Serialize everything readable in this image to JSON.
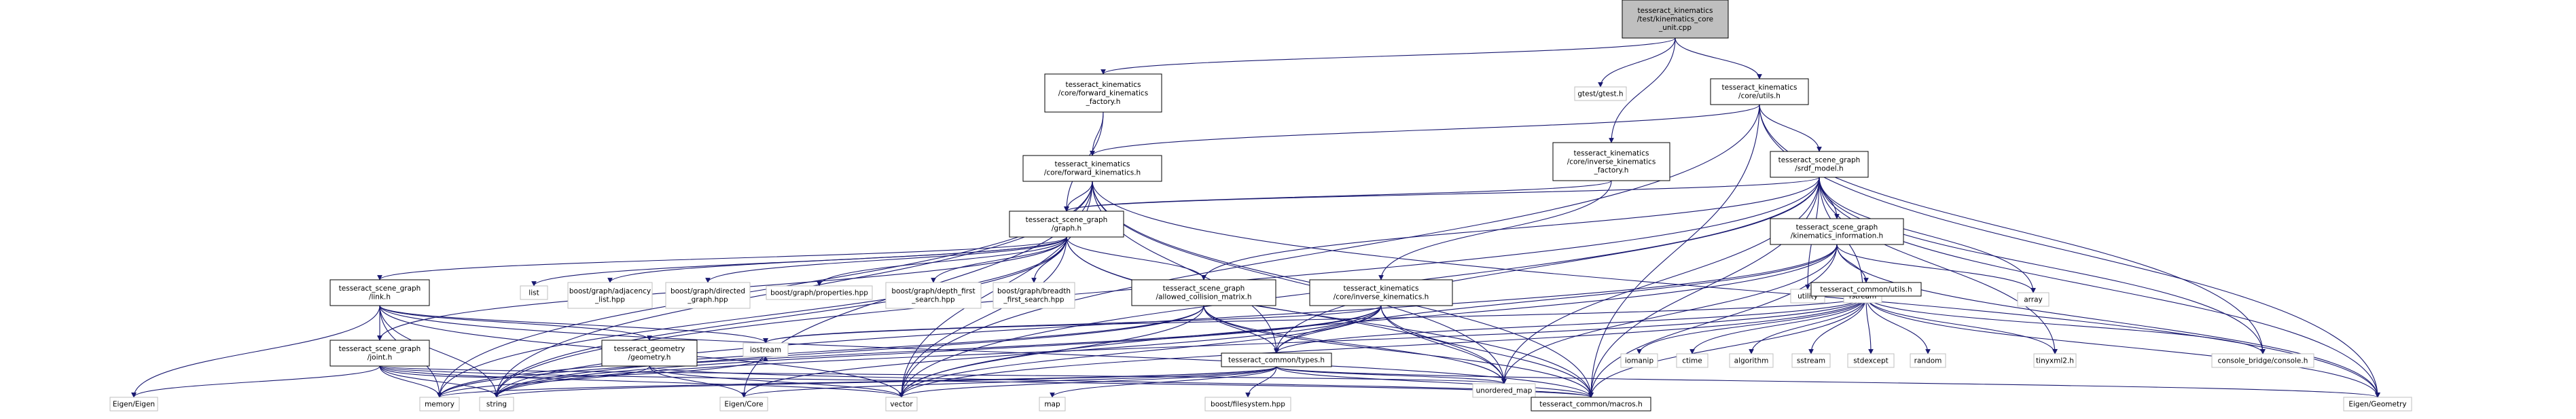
{
  "nodes": [
    {
      "id": "root",
      "lines": [
        "tesseract_kinematics",
        "/test/kinematics_core",
        "_unit.cpp"
      ],
      "style": "main"
    },
    {
      "id": "fkf",
      "lines": [
        "tesseract_kinematics",
        "/core/forward_kinematics",
        "_factory.h"
      ],
      "style": "black"
    },
    {
      "id": "gtest",
      "lines": [
        "gtest/gtest.h"
      ],
      "style": "gray"
    },
    {
      "id": "ikf",
      "lines": [
        "tesseract_kinematics",
        "/core/inverse_kinematics",
        "_factory.h"
      ],
      "style": "black"
    },
    {
      "id": "kutils",
      "lines": [
        "tesseract_kinematics",
        "/core/utils.h"
      ],
      "style": "black"
    },
    {
      "id": "fk",
      "lines": [
        "tesseract_kinematics",
        "/core/forward_kinematics.h"
      ],
      "style": "black"
    },
    {
      "id": "srdf",
      "lines": [
        "tesseract_scene_graph",
        "/srdf_model.h"
      ],
      "style": "black"
    },
    {
      "id": "graph",
      "lines": [
        "tesseract_scene_graph",
        "/graph.h"
      ],
      "style": "black"
    },
    {
      "id": "kininfo",
      "lines": [
        "tesseract_scene_graph",
        "/kinematics_information.h"
      ],
      "style": "black"
    },
    {
      "id": "utility",
      "lines": [
        "utility"
      ],
      "style": "gray"
    },
    {
      "id": "fstream",
      "lines": [
        "fstream"
      ],
      "style": "gray"
    },
    {
      "id": "array",
      "lines": [
        "array"
      ],
      "style": "gray"
    },
    {
      "id": "link",
      "lines": [
        "tesseract_scene_graph",
        "/link.h"
      ],
      "style": "black"
    },
    {
      "id": "list",
      "lines": [
        "list"
      ],
      "style": "gray"
    },
    {
      "id": "adj",
      "lines": [
        "boost/graph/adjacency",
        "_list.hpp"
      ],
      "style": "gray"
    },
    {
      "id": "dir",
      "lines": [
        "boost/graph/directed",
        "_graph.hpp"
      ],
      "style": "gray"
    },
    {
      "id": "props",
      "lines": [
        "boost/graph/properties.hpp"
      ],
      "style": "gray"
    },
    {
      "id": "dfs",
      "lines": [
        "boost/graph/depth_first",
        "_search.hpp"
      ],
      "style": "gray"
    },
    {
      "id": "bfs",
      "lines": [
        "boost/graph/breadth",
        "_first_search.hpp"
      ],
      "style": "gray"
    },
    {
      "id": "acm",
      "lines": [
        "tesseract_scene_graph",
        "/allowed_collision_matrix.h"
      ],
      "style": "black"
    },
    {
      "id": "ik",
      "lines": [
        "tesseract_kinematics",
        "/core/inverse_kinematics.h"
      ],
      "style": "black"
    },
    {
      "id": "cutils",
      "lines": [
        "tesseract_common/utils.h"
      ],
      "style": "black"
    },
    {
      "id": "joint",
      "lines": [
        "tesseract_scene_graph",
        "/joint.h"
      ],
      "style": "black"
    },
    {
      "id": "geom",
      "lines": [
        "tesseract_geometry",
        "/geometry.h"
      ],
      "style": "black"
    },
    {
      "id": "iostream",
      "lines": [
        "iostream"
      ],
      "style": "gray"
    },
    {
      "id": "types",
      "lines": [
        "tesseract_common/types.h"
      ],
      "style": "black"
    },
    {
      "id": "iomanip",
      "lines": [
        "iomanip"
      ],
      "style": "gray"
    },
    {
      "id": "ctime",
      "lines": [
        "ctime"
      ],
      "style": "gray"
    },
    {
      "id": "algorithm",
      "lines": [
        "algorithm"
      ],
      "style": "gray"
    },
    {
      "id": "sstream",
      "lines": [
        "sstream"
      ],
      "style": "gray"
    },
    {
      "id": "stdexcept",
      "lines": [
        "stdexcept"
      ],
      "style": "gray"
    },
    {
      "id": "random",
      "lines": [
        "random"
      ],
      "style": "gray"
    },
    {
      "id": "tinyxml",
      "lines": [
        "tinyxml2.h"
      ],
      "style": "gray"
    },
    {
      "id": "console",
      "lines": [
        "console_bridge/console.h"
      ],
      "style": "gray"
    },
    {
      "id": "eigen",
      "lines": [
        "Eigen/Eigen"
      ],
      "style": "gray"
    },
    {
      "id": "memory",
      "lines": [
        "memory"
      ],
      "style": "gray"
    },
    {
      "id": "string",
      "lines": [
        "string"
      ],
      "style": "gray"
    },
    {
      "id": "eigencore",
      "lines": [
        "Eigen/Core"
      ],
      "style": "gray"
    },
    {
      "id": "vector",
      "lines": [
        "vector"
      ],
      "style": "gray"
    },
    {
      "id": "map",
      "lines": [
        "map"
      ],
      "style": "gray"
    },
    {
      "id": "boostfs",
      "lines": [
        "boost/filesystem.hpp"
      ],
      "style": "gray"
    },
    {
      "id": "umap",
      "lines": [
        "unordered_map"
      ],
      "style": "gray"
    },
    {
      "id": "macros",
      "lines": [
        "tesseract_common/macros.h"
      ],
      "style": "black"
    },
    {
      "id": "eigengeo",
      "lines": [
        "Eigen/Geometry"
      ],
      "style": "gray"
    }
  ],
  "edges": [
    [
      "root",
      "fkf"
    ],
    [
      "root",
      "gtest"
    ],
    [
      "root",
      "ikf"
    ],
    [
      "root",
      "kutils"
    ],
    [
      "fkf",
      "fk"
    ],
    [
      "fkf",
      "graph"
    ],
    [
      "ikf",
      "ik"
    ],
    [
      "ikf",
      "graph"
    ],
    [
      "kutils",
      "fk"
    ],
    [
      "kutils",
      "srdf"
    ],
    [
      "kutils",
      "console"
    ],
    [
      "kutils",
      "eigengeo"
    ],
    [
      "kutils",
      "macros"
    ],
    [
      "kutils",
      "vector"
    ],
    [
      "fk",
      "graph"
    ],
    [
      "fk",
      "vector"
    ],
    [
      "fk",
      "string"
    ],
    [
      "fk",
      "memory"
    ],
    [
      "fk",
      "eigencore"
    ],
    [
      "fk",
      "umap"
    ],
    [
      "fk",
      "macros"
    ],
    [
      "fk",
      "eigengeo"
    ],
    [
      "fk",
      "types"
    ],
    [
      "srdf",
      "graph"
    ],
    [
      "srdf",
      "kininfo"
    ],
    [
      "srdf",
      "utility"
    ],
    [
      "srdf",
      "fstream"
    ],
    [
      "srdf",
      "array"
    ],
    [
      "srdf",
      "tinyxml"
    ],
    [
      "srdf",
      "console"
    ],
    [
      "srdf",
      "acm"
    ],
    [
      "srdf",
      "umap"
    ],
    [
      "srdf",
      "macros"
    ],
    [
      "srdf",
      "types"
    ],
    [
      "srdf",
      "string"
    ],
    [
      "srdf",
      "vector"
    ],
    [
      "srdf",
      "eigengeo"
    ],
    [
      "graph",
      "link"
    ],
    [
      "graph",
      "list"
    ],
    [
      "graph",
      "adj"
    ],
    [
      "graph",
      "dir"
    ],
    [
      "graph",
      "props"
    ],
    [
      "graph",
      "dfs"
    ],
    [
      "graph",
      "bfs"
    ],
    [
      "graph",
      "acm"
    ],
    [
      "graph",
      "joint"
    ],
    [
      "graph",
      "string"
    ],
    [
      "graph",
      "memory"
    ],
    [
      "graph",
      "vector"
    ],
    [
      "graph",
      "umap"
    ],
    [
      "graph",
      "macros"
    ],
    [
      "kininfo",
      "cutils"
    ],
    [
      "kininfo",
      "array"
    ],
    [
      "kininfo",
      "types"
    ],
    [
      "kininfo",
      "umap"
    ],
    [
      "kininfo",
      "vector"
    ],
    [
      "kininfo",
      "string"
    ],
    [
      "kininfo",
      "macros"
    ],
    [
      "kininfo",
      "eigengeo"
    ],
    [
      "link",
      "joint"
    ],
    [
      "link",
      "geom"
    ],
    [
      "link",
      "eigen"
    ],
    [
      "link",
      "memory"
    ],
    [
      "link",
      "string"
    ],
    [
      "link",
      "vector"
    ],
    [
      "link",
      "iostream"
    ],
    [
      "link",
      "macros"
    ],
    [
      "acm",
      "types"
    ],
    [
      "acm",
      "memory"
    ],
    [
      "acm",
      "string"
    ],
    [
      "acm",
      "vector"
    ],
    [
      "acm",
      "umap"
    ],
    [
      "acm",
      "macros"
    ],
    [
      "ik",
      "types"
    ],
    [
      "ik",
      "iostream"
    ],
    [
      "ik",
      "vector"
    ],
    [
      "ik",
      "string"
    ],
    [
      "ik",
      "memory"
    ],
    [
      "ik",
      "eigencore"
    ],
    [
      "ik",
      "umap"
    ],
    [
      "ik",
      "macros"
    ],
    [
      "cutils",
      "iomanip"
    ],
    [
      "cutils",
      "ctime"
    ],
    [
      "cutils",
      "algorithm"
    ],
    [
      "cutils",
      "sstream"
    ],
    [
      "cutils",
      "stdexcept"
    ],
    [
      "cutils",
      "random"
    ],
    [
      "cutils",
      "tinyxml"
    ],
    [
      "cutils",
      "console"
    ],
    [
      "cutils",
      "eigengeo"
    ],
    [
      "cutils",
      "macros"
    ],
    [
      "cutils",
      "iostream"
    ],
    [
      "cutils",
      "types"
    ],
    [
      "cutils",
      "vector"
    ],
    [
      "cutils",
      "string"
    ],
    [
      "joint",
      "eigen"
    ],
    [
      "joint",
      "memory"
    ],
    [
      "joint",
      "string"
    ],
    [
      "joint",
      "vector"
    ],
    [
      "joint",
      "umap"
    ],
    [
      "joint",
      "iostream"
    ],
    [
      "joint",
      "macros"
    ],
    [
      "geom",
      "memory"
    ],
    [
      "geom",
      "vector"
    ],
    [
      "geom",
      "macros"
    ],
    [
      "geom",
      "eigencore"
    ],
    [
      "types",
      "vector"
    ],
    [
      "types",
      "memory"
    ],
    [
      "types",
      "map"
    ],
    [
      "types",
      "boostfs"
    ],
    [
      "types",
      "umap"
    ],
    [
      "types",
      "eigencore"
    ],
    [
      "types",
      "eigengeo"
    ],
    [
      "types",
      "string"
    ],
    [
      "types",
      "macros"
    ]
  ]
}
